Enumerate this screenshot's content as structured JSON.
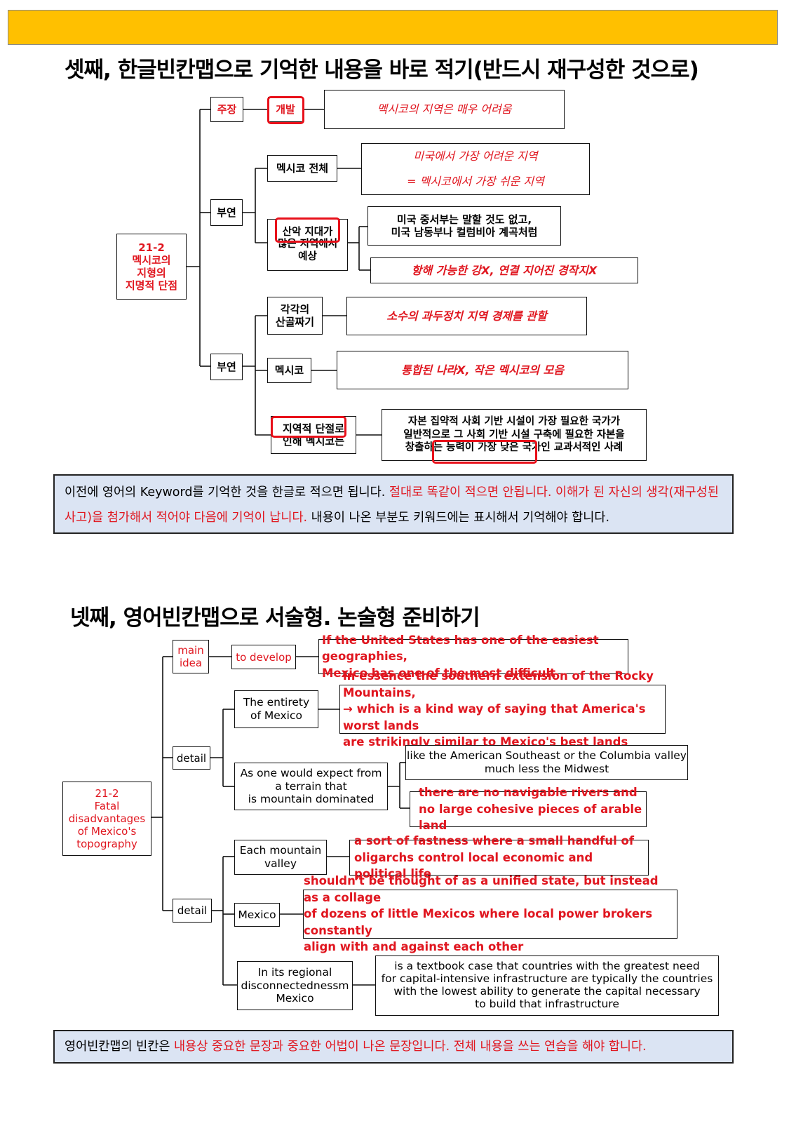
{
  "section3": {
    "title": "셋째, 한글빈칸맵으로 기억한 내용을 바로 적기(반드시 재구성한 것으로)",
    "root": "21-2\n멕시코의\n지형의\n지명적 단점",
    "claim_label": "주장",
    "claim_node": "개발",
    "claim_text": "멕시코의 지역은 매우 어려움",
    "support1_label": "부연",
    "mexico_whole": "멕시코 전체",
    "mexico_whole_text": "미국에서 가장 어려운 지역\n= 멕시코에서 가장 쉬운 지역",
    "mountain_node": "산악 지대가\n많은 지역에서\n예상",
    "mountain_text1": "미국 중서부는 말할 것도 없고,\n미국 남동부나 컬럼비아 계곡처럼",
    "mountain_text2": "항해 가능한 강X, 연결 지어진 경작지X",
    "support2_label": "부연",
    "valley_node": "각각의\n산골짜기",
    "valley_text": "소수의 과두정치 지역 경제를 관할",
    "mexico_node": "멕시코",
    "mexico_text": "통합된 나라X, 작은 멕시코의 모음",
    "regional_node": "지역적 단절로\n인해 멕시코는",
    "regional_text": "자본 집약적 사회 기반 시설이 가장 필요한 국가가\n일반적으로 그 사회 기반 시설 구축에 필요한 자본을\n창출하는 능력이 가장 낮은 국가인 교과서적인 사례"
  },
  "note3": {
    "part1": "이전에 영어의 Keyword를 기억한 것을 한글로 적으면 됩니다. ",
    "part2": "절대로 똑같이 적으면 안됩니다. 이해가 된  자신의 생각(재구성된 사고)을 첨가해서 적어야 다음에 기억이 납니다.",
    "part3": "  내용이 나온 부분도 키워드에는 표시해서 기억해야 합니다."
  },
  "section4": {
    "title": "넷째, 영어빈칸맵으로 서술형. 논술형 준비하기",
    "root": "21-2\nFatal\ndisadvantages\nof Mexico's\ntopography",
    "main_label": "main\nidea",
    "develop_node": "to develop",
    "develop_text": "If the United States has one of the easiest geographies,\nMexico has one of the most difficult",
    "detail1_label": "detail",
    "entirety_node": "The entirety\nof Mexico",
    "entirety_text": "in essence the southern extension of the Rocky Mountains,\n→ which is a kind way of saying that America's worst lands\nare strikingly similar to Mexico's best lands",
    "terrain_node": "As one would expect from\na terrain that\nis mountain dominated",
    "terrain_text1": "like the American Southeast or the Columbia valley\nmuch less the Midwest",
    "terrain_text2": "there are no navigable rivers and\nno large cohesive pieces of arable land",
    "detail2_label": "detail",
    "valley_node": "Each mountain\nvalley",
    "valley_text": "a sort of fastness where a small handful of\noligarchs control local economic and political life",
    "mexico_node": "Mexico",
    "mexico_text": "shouldn't be thought of as a unified state, but instead as a collage\nof dozens of little Mexicos where local power brokers constantly\nalign with and against each other",
    "regional_node": "In its regional\ndisconnectednessm\nMexico",
    "regional_text": "is a textbook case that countries with the greatest need\nfor capital-intensive infrastructure are typically the countries\nwith the lowest ability to generate the capital necessary\nto build that infrastructure"
  },
  "note4": {
    "part1": "영어빈칸맵의 빈칸은 ",
    "part2": "내용상 중요한 문장과 중요한 어법이 나온 문장입니다. 전체 내용을 쓰는 연습을 해야 합니다."
  }
}
